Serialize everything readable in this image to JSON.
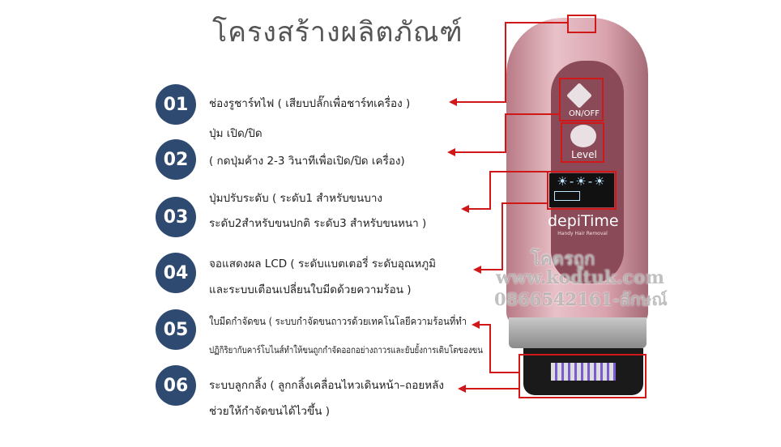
{
  "title": "โครงสร้างผลิตภัณฑ์",
  "items": [
    {
      "num": "01",
      "lines": [
        "ช่องรูชาร์ทไฟ ( เสียบปลั๊กเพื่อชาร์ทเครื่อง )"
      ]
    },
    {
      "num": "02",
      "lines": [
        "ปุ่ม  เปิด/ปิด",
        "( กดปุ่มค้าง  2-3  วินาทีเพื่อเปิด/ปิด  เครื่อง)"
      ]
    },
    {
      "num": "03",
      "lines": [
        "ปุ่มปรับระดับ   ( ระดับ1  สำหรับขนบาง",
        "ระดับ2สำหรับขนปกติ  ระดับ3  สำหรับขนหนา )"
      ]
    },
    {
      "num": "04",
      "lines": [
        "จอแสดงผล  LCD ( ระดับแบตเตอรี่  ระดับอุณหภูมิ",
        "และระบบเตือนเปลี่ยนใบมีดด้วยความร้อน )"
      ]
    },
    {
      "num": "05",
      "lines": [
        "ใบมีดกำจัดขน ( ระบบกำจัดขนถาวรด้วยเทคโนโลยีความร้อนที่ทำ",
        "ปฏิกิริยากับคาร์โบไนส์ทำให้ขนถูกกำจัดออกอย่างถาวรและยับยั้งการเติบโตของขน"
      ]
    },
    {
      "num": "06",
      "lines": [
        "ระบบลูกกลิ้ง ( ลูกกลิ้งเคลื่อนไหวเดินหน้า–ถอยหลัง",
        "ช่วยให้กำจัดขนได้ไวขึ้น )"
      ]
    }
  ],
  "device": {
    "onoff": "ON/OFF",
    "level": "Level",
    "brand": "depiTime",
    "tagline": "Handy Hair Removal"
  },
  "watermark": {
    "name": "โคตรถูก",
    "url": "www.kodtuk.com",
    "phone": "0866542161-ลักษณ์"
  },
  "colors": {
    "circle": "#2f4a70",
    "arrow": "#d01818",
    "device": "#d9a3ae"
  }
}
